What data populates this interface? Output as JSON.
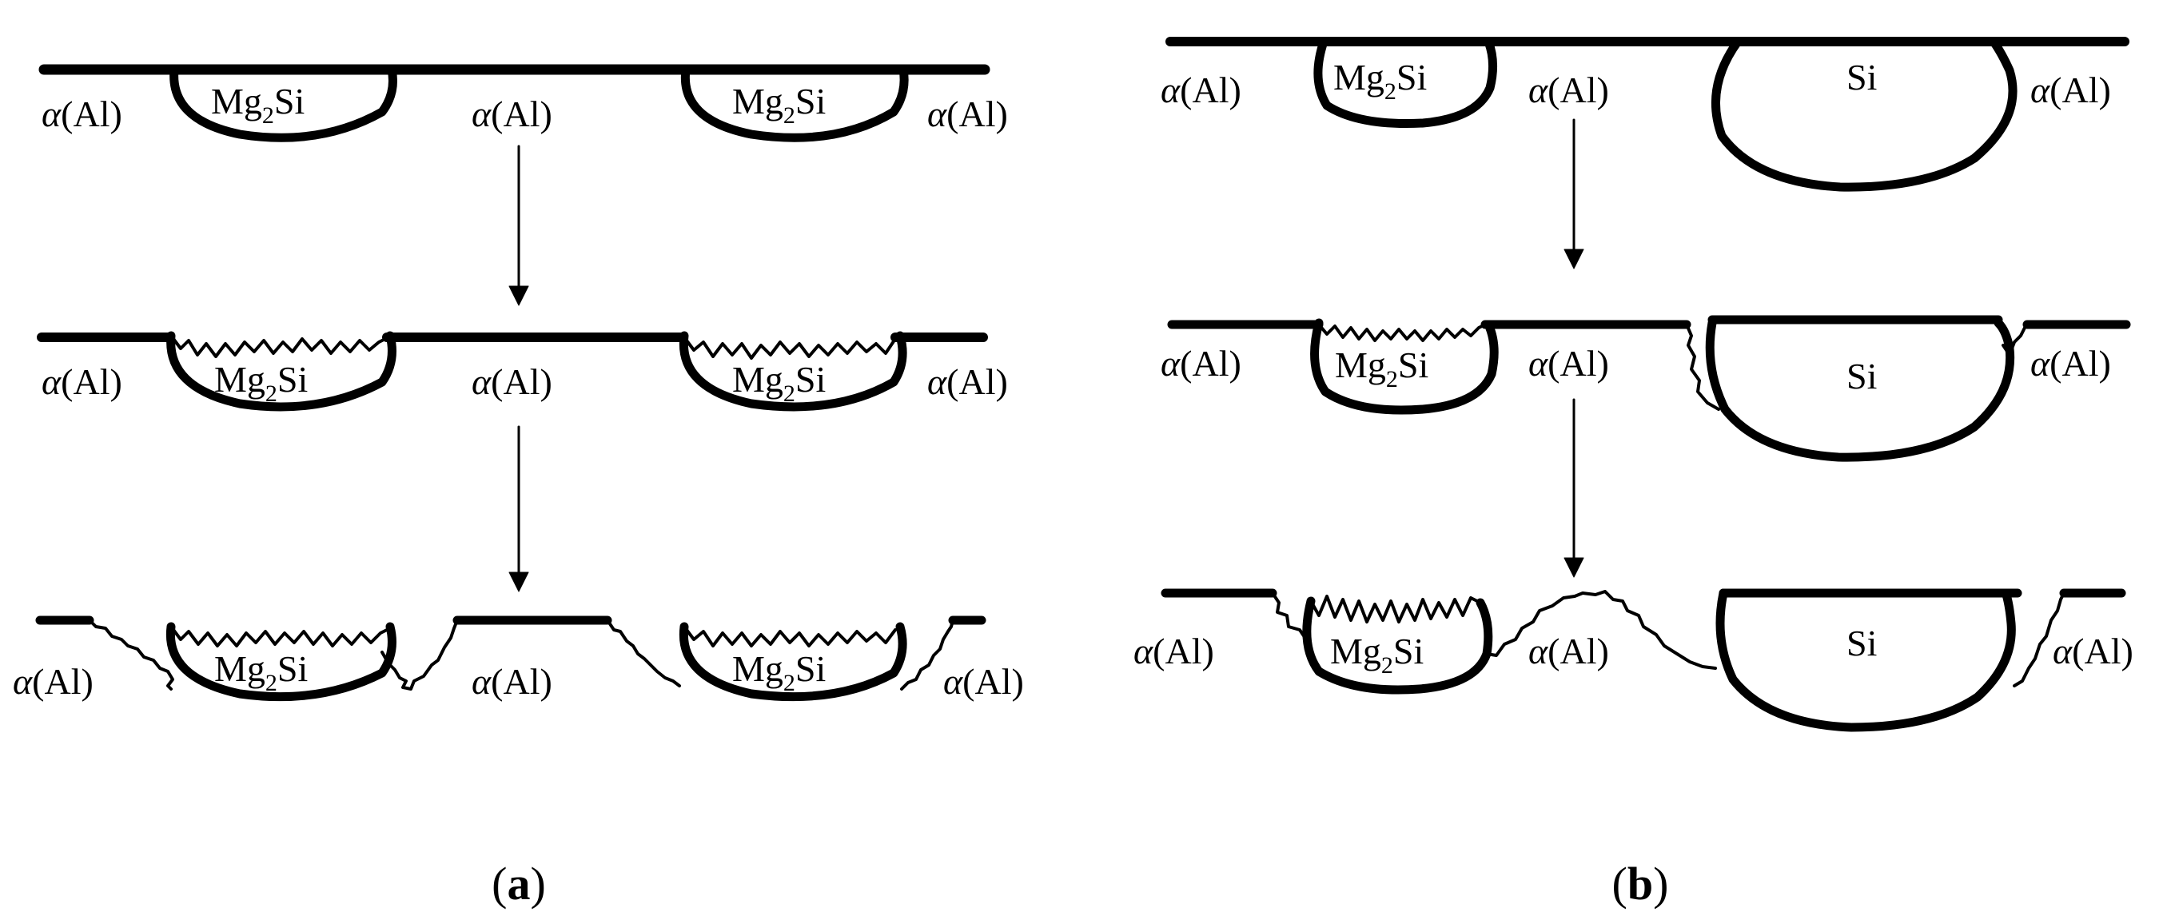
{
  "labels": {
    "matrix_alpha": "α",
    "matrix_rest": "(Al)",
    "mg_prefix": "Mg",
    "mg_sub": "2",
    "mg_suffix": "Si",
    "si": "Si"
  },
  "captions": {
    "a": {
      "open": "(",
      "letter": "a",
      "close": ")"
    },
    "b": {
      "open": "(",
      "letter": "b",
      "close": ")"
    }
  },
  "colors": {
    "ink": "#000000",
    "background": "#ffffff"
  }
}
